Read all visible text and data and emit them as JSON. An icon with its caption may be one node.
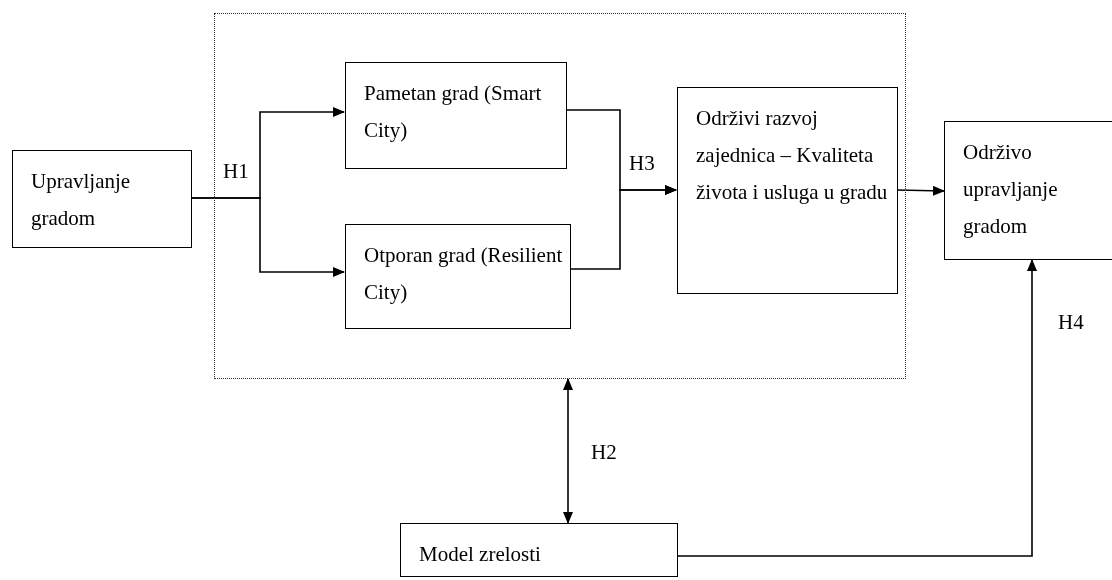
{
  "diagram": {
    "nodes": [
      {
        "text": [
          "Upravljanje gradom"
        ]
      },
      {
        "text": [],
        "shape": "box"
      },
      {
        "text": [
          "Pametan grad (Smart City)"
        ],
        "in": 1
      },
      {
        "text": [
          "Otporan grad (Resilient City)"
        ],
        "in": 1
      },
      {
        "text": [
          "Održivi razvoj zajednica – Kvaliteta života i usluga u gradu"
        ],
        "in": 1
      },
      {
        "text": [
          "Održivo upravljanje gradom"
        ]
      },
      {
        "text": [
          "Model zrelosti"
        ]
      }
    ],
    "edges": [
      {
        "from": 0,
        "to": 2,
        "arrow": "to",
        "label": "H1"
      },
      {
        "from": 0,
        "to": 3,
        "arrow": "to"
      },
      {
        "from": 2,
        "to": 4,
        "arrow": "to",
        "label": "H3"
      },
      {
        "from": 3,
        "to": 4,
        "arrow": "to"
      },
      {
        "from": 4,
        "to": 5,
        "arrow": "to"
      },
      {
        "from": 6,
        "to": 1,
        "arrow": "both",
        "label": "H2"
      },
      {
        "from": 6,
        "to": 5,
        "arrow": "to",
        "label": "H4"
      }
    ]
  }
}
